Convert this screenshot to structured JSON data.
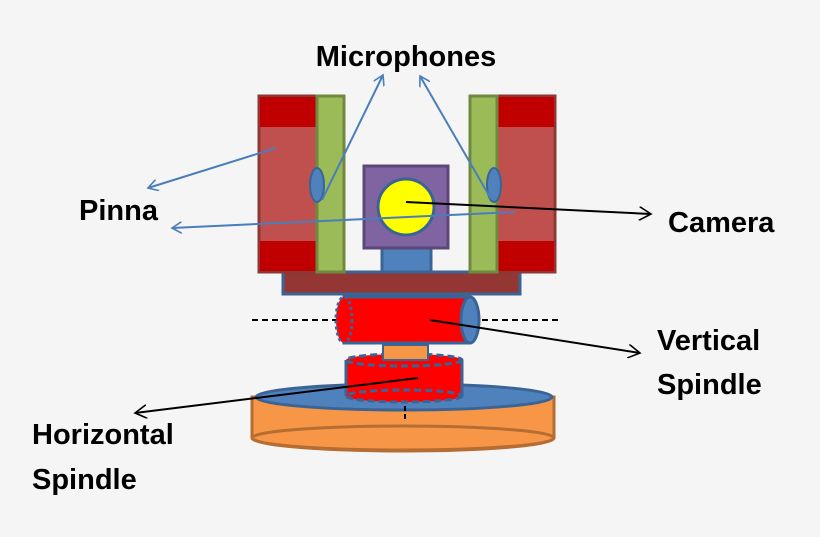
{
  "labels": {
    "microphones": "Microphones",
    "pinna": "Pinna",
    "camera": "Camera",
    "vertical_spindle": [
      "Vertical",
      "Spindle"
    ],
    "horizontal_spindle": [
      "Horizontal",
      "Spindle"
    ]
  },
  "colors": {
    "pinna_band": "#c00000",
    "pinna_body": "#c0504d",
    "pinna_bar": "#9bbb59",
    "camera_box": "#8064a2",
    "camera_lens": "#ffff00",
    "mount_blue": "#4f81bd",
    "base_plate": "#943634",
    "spindle_red": "#ff0000",
    "turntable": "#f79646"
  }
}
